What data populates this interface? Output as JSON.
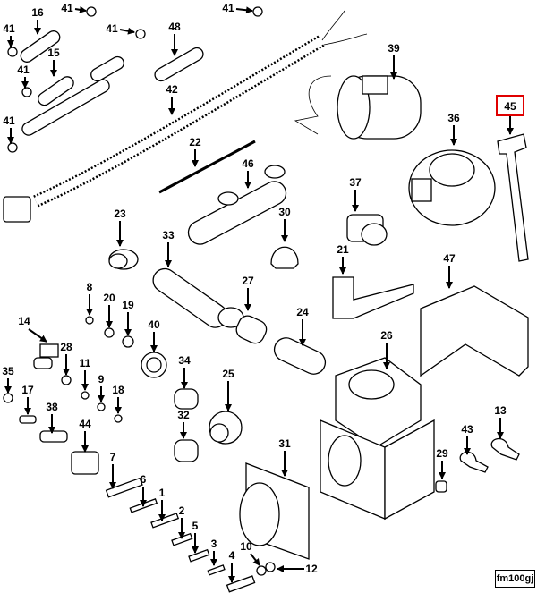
{
  "diagram": {
    "reference_code": "fm100gj",
    "highlighted_callout": "45",
    "highlight_color": "#e00000",
    "callouts": [
      "16",
      "41",
      "41",
      "41",
      "15",
      "48",
      "41",
      "41",
      "42",
      "41",
      "39",
      "45",
      "36",
      "22",
      "46",
      "37",
      "23",
      "33",
      "30",
      "21",
      "47",
      "8",
      "20",
      "19",
      "27",
      "24",
      "14",
      "28",
      "40",
      "26",
      "35",
      "11",
      "9",
      "18",
      "34",
      "17",
      "25",
      "38",
      "44",
      "32",
      "13",
      "43",
      "29",
      "7",
      "31",
      "6",
      "1",
      "2",
      "5",
      "3",
      "4",
      "10",
      "12"
    ]
  }
}
